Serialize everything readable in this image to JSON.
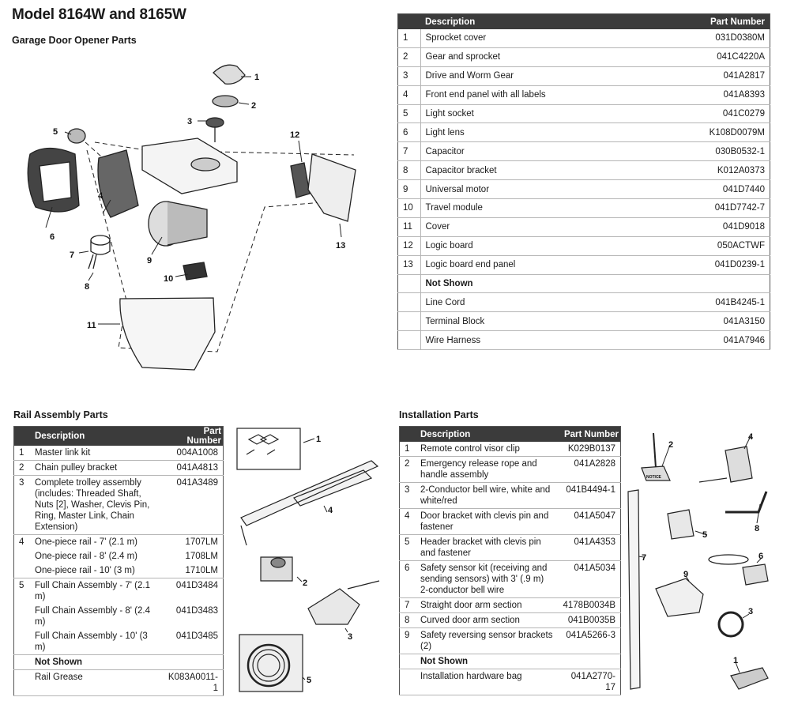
{
  "header": {
    "title": "Model 8164W and 8165W",
    "subtitle": "Garage Door Opener Parts"
  },
  "opener_table": {
    "headers": [
      "Description",
      "Part Number"
    ],
    "rows": [
      {
        "n": "1",
        "d": "Sprocket cover",
        "p": "031D0380M"
      },
      {
        "n": "2",
        "d": "Gear and sprocket",
        "p": "041C4220A"
      },
      {
        "n": "3",
        "d": "Drive and Worm Gear",
        "p": "041A2817"
      },
      {
        "n": "4",
        "d": "Front end panel with all labels",
        "p": "041A8393"
      },
      {
        "n": "5",
        "d": "Light socket",
        "p": "041C0279"
      },
      {
        "n": "6",
        "d": "Light lens",
        "p": "K108D0079M"
      },
      {
        "n": "7",
        "d": "Capacitor",
        "p": "030B0532-1"
      },
      {
        "n": "8",
        "d": "Capacitor bracket",
        "p": "K012A0373"
      },
      {
        "n": "9",
        "d": "Universal motor",
        "p": "041D7440"
      },
      {
        "n": "10",
        "d": "Travel module",
        "p": "041D7742-7"
      },
      {
        "n": "11",
        "d": "Cover",
        "p": "041D9018"
      },
      {
        "n": "12",
        "d": "Logic board",
        "p": "050ACTWF"
      },
      {
        "n": "13",
        "d": "Logic board end panel",
        "p": "041D0239-1"
      },
      {
        "n": "",
        "d": "Not Shown",
        "p": "",
        "bold": true
      },
      {
        "n": "",
        "d": "Line Cord",
        "p": "041B4245-1"
      },
      {
        "n": "",
        "d": "Terminal Block",
        "p": "041A3150"
      },
      {
        "n": "",
        "d": "Wire Harness",
        "p": "041A7946"
      }
    ]
  },
  "rail": {
    "title": "Rail Assembly Parts",
    "headers": [
      "Description",
      "Part Number"
    ],
    "rows": [
      {
        "n": "1",
        "d": "Master link kit",
        "p": "004A1008"
      },
      {
        "n": "2",
        "d": "Chain pulley bracket",
        "p": "041A4813"
      },
      {
        "n": "3",
        "d": "Complete trolley assembly (includes: Threaded Shaft, Nuts [2], Washer, Clevis Pin, Ring, Master Link, Chain Extension)",
        "p": "041A3489"
      },
      {
        "n": "4",
        "d": "One-piece rail - 7' (2.1 m)",
        "p": "1707LM",
        "nb": true
      },
      {
        "n": "",
        "d": "One-piece rail - 8' (2.4 m)",
        "p": "1708LM",
        "nb": true
      },
      {
        "n": "",
        "d": "One-piece rail - 10' (3 m)",
        "p": "1710LM"
      },
      {
        "n": "5",
        "d": "Full Chain Assembly - 7' (2.1 m)",
        "p": "041D3484",
        "nb": true
      },
      {
        "n": "",
        "d": "Full Chain Assembly - 8' (2.4 m)",
        "p": "041D3483",
        "nb": true
      },
      {
        "n": "",
        "d": "Full Chain Assembly - 10' (3 m)",
        "p": "041D3485"
      },
      {
        "n": "",
        "d": "Not Shown",
        "p": "",
        "bold": true
      },
      {
        "n": "",
        "d": "Rail Grease",
        "p": "K083A0011-1"
      }
    ]
  },
  "install": {
    "title": "Installation Parts",
    "headers": [
      "Description",
      "Part Number"
    ],
    "rows": [
      {
        "n": "1",
        "d": "Remote control visor clip",
        "p": "K029B0137"
      },
      {
        "n": "2",
        "d": "Emergency release rope and handle assembly",
        "p": "041A2828"
      },
      {
        "n": "3",
        "d": "2-Conductor bell wire, white and white/red",
        "p": "041B4494-1"
      },
      {
        "n": "4",
        "d": "Door bracket with clevis pin and fastener",
        "p": "041A5047"
      },
      {
        "n": "5",
        "d": "Header bracket with clevis pin and fastener",
        "p": "041A4353"
      },
      {
        "n": "6",
        "d": "Safety sensor kit (receiving and sending sensors) with 3' (.9 m) 2-conductor bell wire",
        "p": "041A5034"
      },
      {
        "n": "7",
        "d": "Straight door arm section",
        "p": "4178B0034B"
      },
      {
        "n": "8",
        "d": "Curved door arm section",
        "p": "041B0035B"
      },
      {
        "n": "9",
        "d": "Safety reversing sensor brackets (2)",
        "p": "041A5266-3"
      },
      {
        "n": "",
        "d": "Not Shown",
        "p": "",
        "bold": true
      },
      {
        "n": "",
        "d": "Installation hardware bag",
        "p": "041A2770-17"
      }
    ]
  },
  "callouts": {
    "opener": [
      "1",
      "2",
      "3",
      "4",
      "5",
      "6",
      "7",
      "8",
      "9",
      "10",
      "11",
      "12",
      "13"
    ],
    "rail": [
      "1",
      "2",
      "3",
      "4",
      "5"
    ],
    "install": [
      "1",
      "2",
      "3",
      "4",
      "5",
      "6",
      "7",
      "8",
      "9"
    ],
    "notice": "NOTICE"
  }
}
